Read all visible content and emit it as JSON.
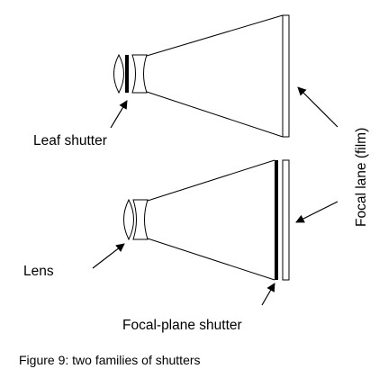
{
  "labels": {
    "leaf_shutter": "Leaf shutter",
    "lens": "Lens",
    "focal_plane_shutter": "Focal-plane shutter",
    "focal_plane_film": "Focal lane (film)"
  },
  "caption": "Figure 9: two families of shutters",
  "colors": {
    "stroke": "#000000",
    "background": "#ffffff"
  }
}
